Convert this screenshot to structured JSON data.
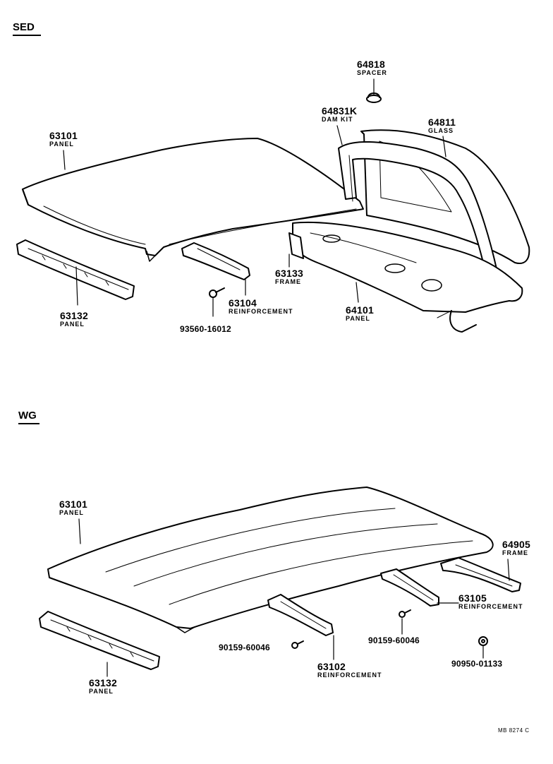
{
  "sections": {
    "sed": "SED",
    "wg": "WG"
  },
  "sed": {
    "panel_63101": {
      "num": "63101",
      "name": "PANEL"
    },
    "spacer": {
      "num": "64818",
      "name": "SPACER"
    },
    "dam_kit": {
      "num": "64831K",
      "name": "DAM KIT"
    },
    "glass": {
      "num": "64811",
      "name": "GLASS"
    },
    "panel_63132": {
      "num": "63132",
      "name": "PANEL"
    },
    "frame_63133": {
      "num": "63133",
      "name": "FRAME"
    },
    "reinf_63104": {
      "num": "63104",
      "name": "REINFORCEMENT"
    },
    "bolt": {
      "num": "93560-16012"
    },
    "panel_64101": {
      "num": "64101",
      "name": "PANEL"
    }
  },
  "wg": {
    "panel_63101": {
      "num": "63101",
      "name": "PANEL"
    },
    "frame_64905": {
      "num": "64905",
      "name": "FRAME"
    },
    "reinf_63105": {
      "num": "63105",
      "name": "REINFORCEMENT"
    },
    "clip_left": {
      "num": "90159-60046"
    },
    "clip_right": {
      "num": "90159-60046"
    },
    "nut": {
      "num": "90950-01133"
    },
    "reinf_63102": {
      "num": "63102",
      "name": "REINFORCEMENT"
    },
    "panel_63132": {
      "num": "63132",
      "name": "PANEL"
    }
  },
  "footer": {
    "code": "MB 8274 C"
  }
}
